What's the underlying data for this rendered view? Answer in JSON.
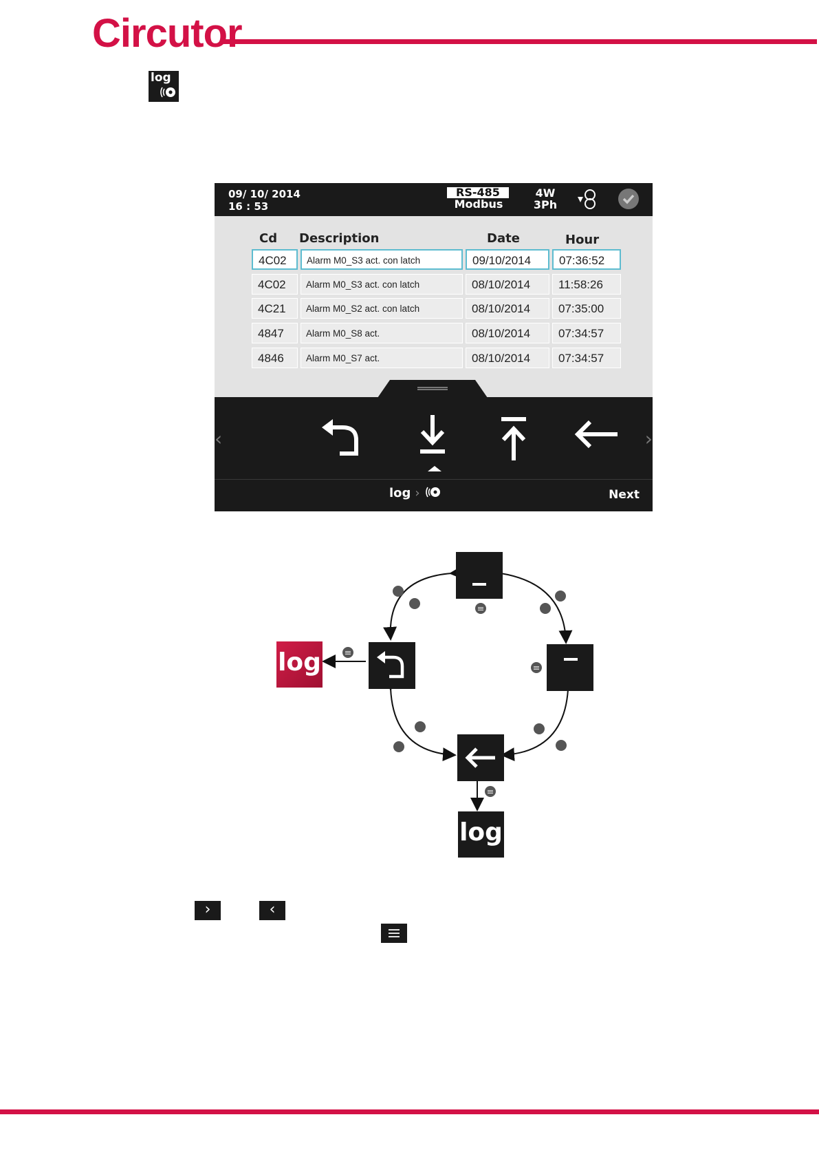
{
  "header": {
    "brand": "Circutor"
  },
  "icon_badge": {
    "label": "log",
    "icon": "log-storage-icon"
  },
  "screen": {
    "status": {
      "date": "09/ 10/ 2014",
      "time": "16 : 53",
      "protocol_line1": "RS-485",
      "protocol_line2": "Modbus",
      "wiring_line1": "4W",
      "wiring_line2": "3Ph",
      "transformer_icon": "transformer-icon",
      "status_icon": "check-circle-icon"
    },
    "table": {
      "headers": [
        "Cd",
        "Description",
        "Date",
        "Hour"
      ],
      "rows": [
        {
          "cd": "4C02",
          "desc": "Alarm M0_S3 act. con latch",
          "date": "09/10/2014",
          "hour": "07:36:52",
          "selected": true
        },
        {
          "cd": "4C02",
          "desc": "Alarm M0_S3 act. con latch",
          "date": "08/10/2014",
          "hour": "11:58:26"
        },
        {
          "cd": "4C21",
          "desc": "Alarm M0_S2 act. con latch",
          "date": "08/10/2014",
          "hour": "07:35:00"
        },
        {
          "cd": "4847",
          "desc": "Alarm M0_S8 act.",
          "date": "08/10/2014",
          "hour": "07:34:57"
        },
        {
          "cd": "4846",
          "desc": "Alarm M0_S7 act.",
          "date": "08/10/2014",
          "hour": "07:34:57"
        }
      ]
    },
    "toolbar": {
      "tools": [
        "return-icon",
        "go-to-bottom-icon",
        "go-to-top-icon",
        "back-arrow-icon"
      ],
      "breadcrumb_root": "log",
      "breadcrumb_sep": "›",
      "next_label": "Next"
    }
  },
  "diagram": {
    "tiles": [
      "go-to-bottom-tile",
      "go-to-top-tile",
      "back-arrow-tile",
      "return-tile"
    ],
    "log_left": "log",
    "log_bottom": "log",
    "log_left_color": "#c8173f"
  },
  "keys": {
    "right_key": "›",
    "left_key": "‹",
    "menu_key_icon": "menu-icon"
  }
}
